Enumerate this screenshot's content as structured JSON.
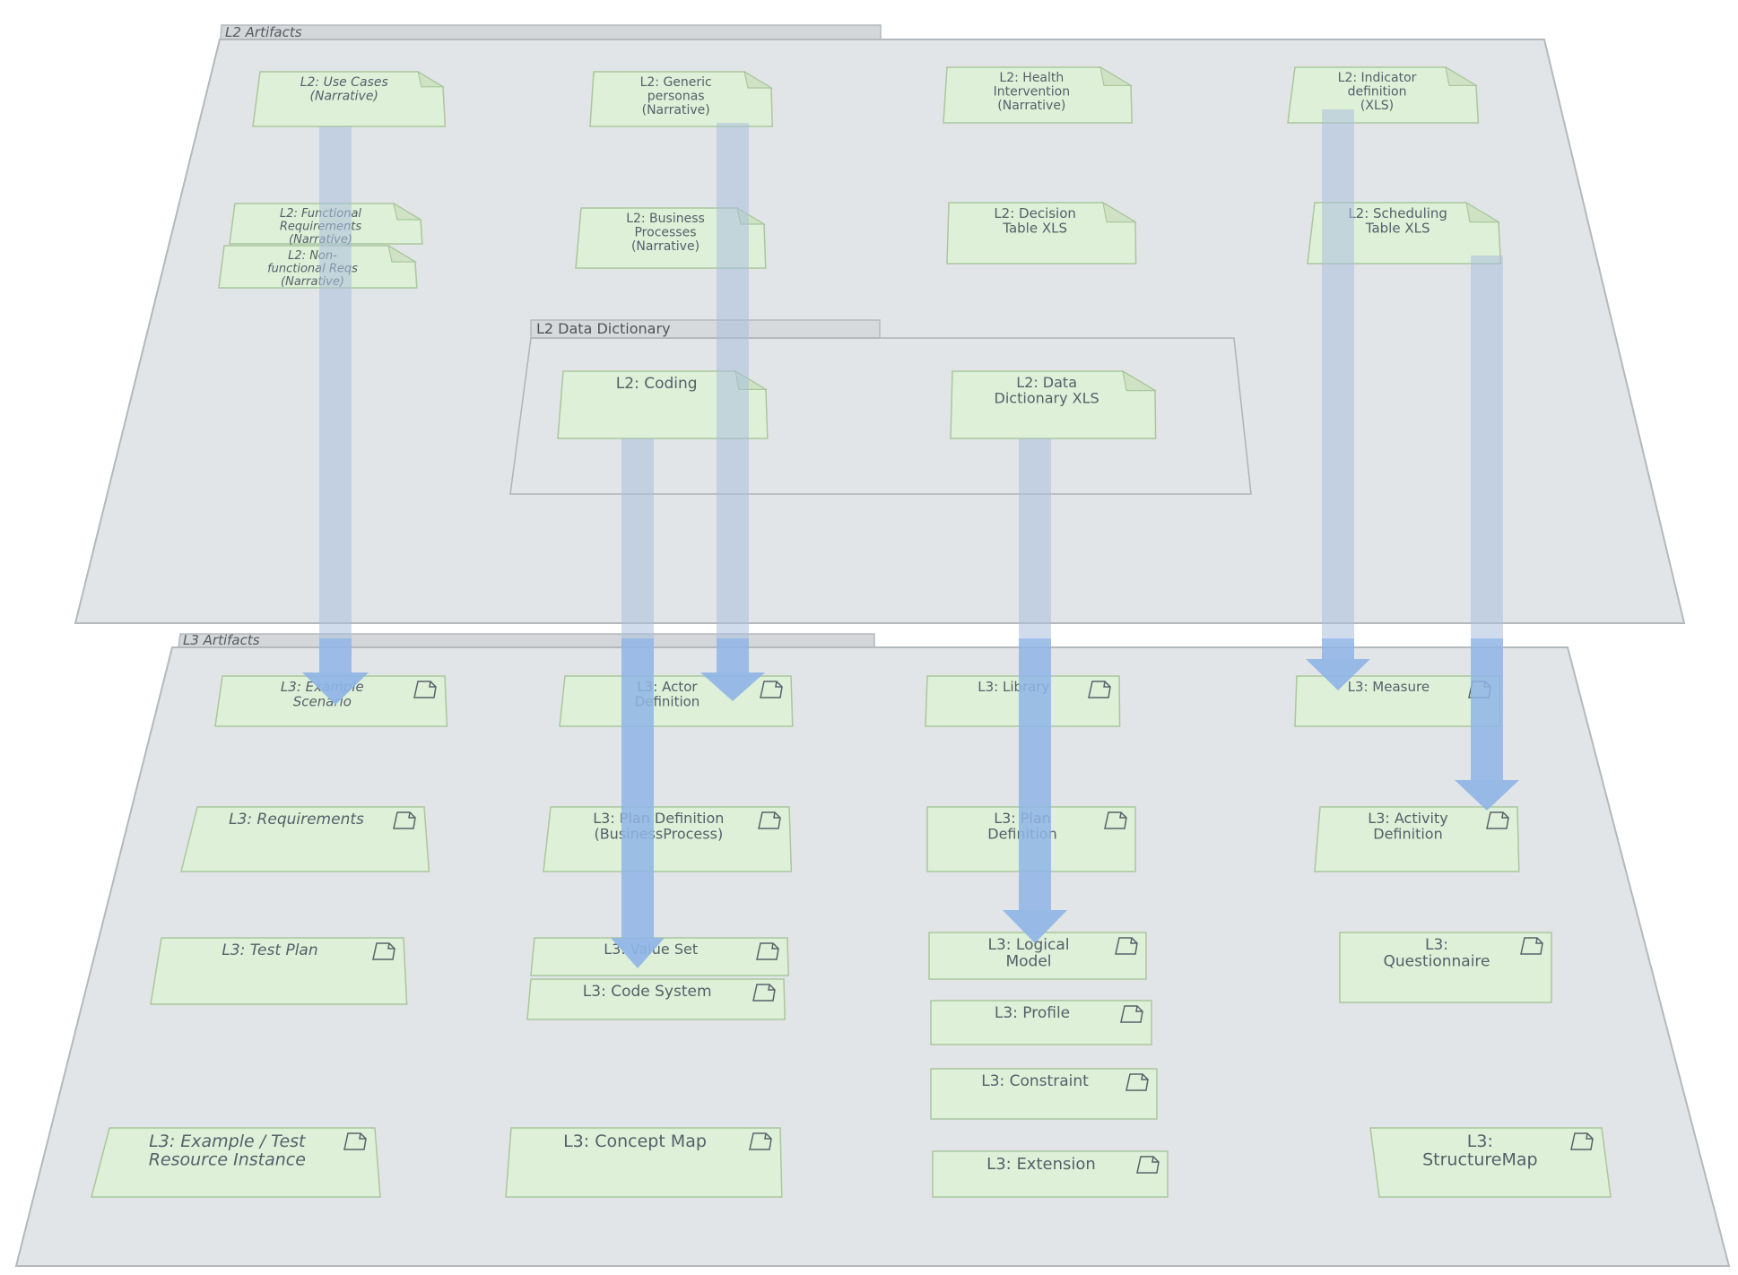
{
  "l2_plane": {
    "title": "L2 Artifacts"
  },
  "l3_plane": {
    "title": "L3 Artifacts"
  },
  "l2_group": {
    "title": "L2 Data Dictionary"
  },
  "l2_notes": {
    "use_cases": [
      "L2: Use Cases",
      "(Narrative)"
    ],
    "generic_personas": [
      "L2: Generic",
      "personas",
      "(Narrative)"
    ],
    "health_intervention": [
      "L2: Health",
      "Intervention",
      "(Narrative)"
    ],
    "indicator_definition": [
      "L2: Indicator",
      "definition",
      "(XLS)"
    ],
    "functional_requirements": [
      "L2: Functional",
      "Requirements",
      "(Narrative)"
    ],
    "non_functional_reqs": [
      "L2: Non-",
      "functional Reqs",
      "(Narrative)"
    ],
    "business_processes": [
      "L2: Business",
      "Processes",
      "(Narrative)"
    ],
    "decision_table": [
      "L2: Decision",
      "Table XLS"
    ],
    "scheduling_table": [
      "L2: Scheduling",
      "Table XLS"
    ],
    "coding": [
      "L2: Coding"
    ],
    "data_dictionary": [
      "L2: Data",
      "Dictionary XLS"
    ]
  },
  "l3_notes": {
    "example_scenario": [
      "L3: Example",
      "Scenario"
    ],
    "actor_definition": [
      "L3: Actor",
      "Definition"
    ],
    "library": [
      "L3: Library"
    ],
    "measure": [
      "L3: Measure"
    ],
    "requirements": [
      "L3: Requirements"
    ],
    "plan_definition_bp": [
      "L3: Plan Definition",
      "(BusinessProcess)"
    ],
    "plan_definition": [
      "L3: Plan",
      "Definition"
    ],
    "activity_definition": [
      "L3: Activity",
      "Definition"
    ],
    "test_plan": [
      "L3: Test Plan"
    ],
    "value_set": [
      "L3: Value Set"
    ],
    "code_system": [
      "L3: Code System"
    ],
    "logical_model": [
      "L3: Logical",
      "Model"
    ],
    "questionnaire": [
      "L3:",
      "Questionnaire"
    ],
    "profile": [
      "L3: Profile"
    ],
    "constraint": [
      "L3: Constraint"
    ],
    "example_test_resource": [
      "L3: Example / Test",
      "Resource Instance"
    ],
    "concept_map": [
      "L3: Concept Map"
    ],
    "extension": [
      "L3: Extension"
    ],
    "structure_map": [
      "L3:",
      "StructureMap"
    ]
  },
  "icons": {
    "note_fold": "folded-corner-note",
    "document": "document-icon",
    "arrow": "down-arrow"
  },
  "colors": {
    "note_fill": "#dff0d8",
    "note_border": "#a9c79d",
    "plane_fill": "#e2e5e7",
    "arrow": "#8fb5e6"
  }
}
